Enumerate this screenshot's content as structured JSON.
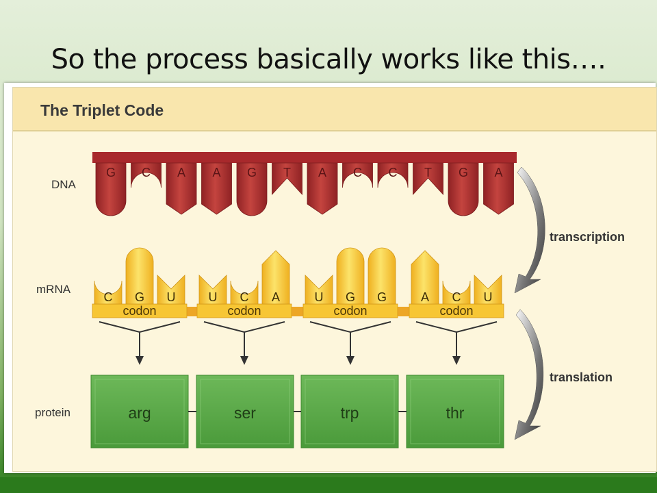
{
  "slide": {
    "title": "So the process basically works like this…."
  },
  "figure": {
    "heading": "The Triplet Code",
    "row_labels": {
      "dna": "DNA",
      "mrna": "mRNA",
      "protein": "protein"
    },
    "process_labels": {
      "transcription": "transcription",
      "translation": "translation"
    },
    "dna_bases": [
      "G",
      "C",
      "A",
      "A",
      "G",
      "T",
      "A",
      "C",
      "C",
      "T",
      "G",
      "A"
    ],
    "codons": [
      {
        "bases": [
          "C",
          "G",
          "U"
        ],
        "label": "codon",
        "amino_acid": "arg"
      },
      {
        "bases": [
          "U",
          "C",
          "A"
        ],
        "label": "codon",
        "amino_acid": "ser"
      },
      {
        "bases": [
          "U",
          "G",
          "G"
        ],
        "label": "codon",
        "amino_acid": "trp"
      },
      {
        "bases": [
          "A",
          "C",
          "U"
        ],
        "label": "codon",
        "amino_acid": "thr"
      }
    ]
  },
  "colors": {
    "dna": "#b53336",
    "mrna": "#f6c632",
    "mrna_backbone": "#eda626",
    "protein": "#5fa94b",
    "arrow": "#4a4a4a"
  }
}
